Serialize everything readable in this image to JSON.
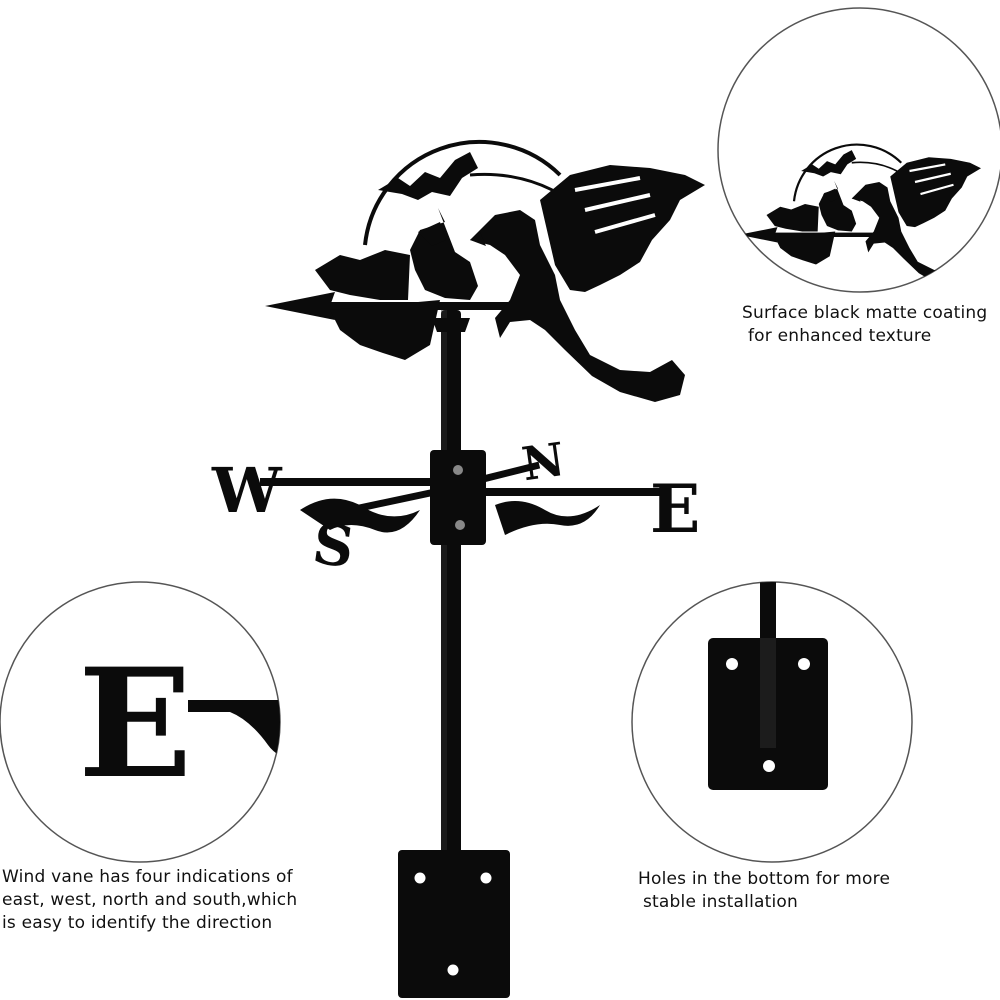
{
  "product": {
    "compass_letters": {
      "west": "W",
      "east": "E",
      "north": "N",
      "south": "S"
    }
  },
  "callouts": {
    "coating": {
      "line1": "Surface black matte coating",
      "line2": "for enhanced texture"
    },
    "indicators": {
      "line1": "Wind vane has four indications of",
      "line2": "east, west, north and south,which",
      "line3": "is easy to identify the direction"
    },
    "holes": {
      "line1": "Holes in the bottom for more",
      "line2": "stable installation"
    }
  },
  "colors": {
    "metal": "#0b0b0b",
    "circle_outline": "#555555",
    "background": "#ffffff"
  },
  "icons": [
    "weathervane-silhouette",
    "magnified-topper-detail",
    "magnified-east-letter",
    "magnified-mounting-plate"
  ]
}
